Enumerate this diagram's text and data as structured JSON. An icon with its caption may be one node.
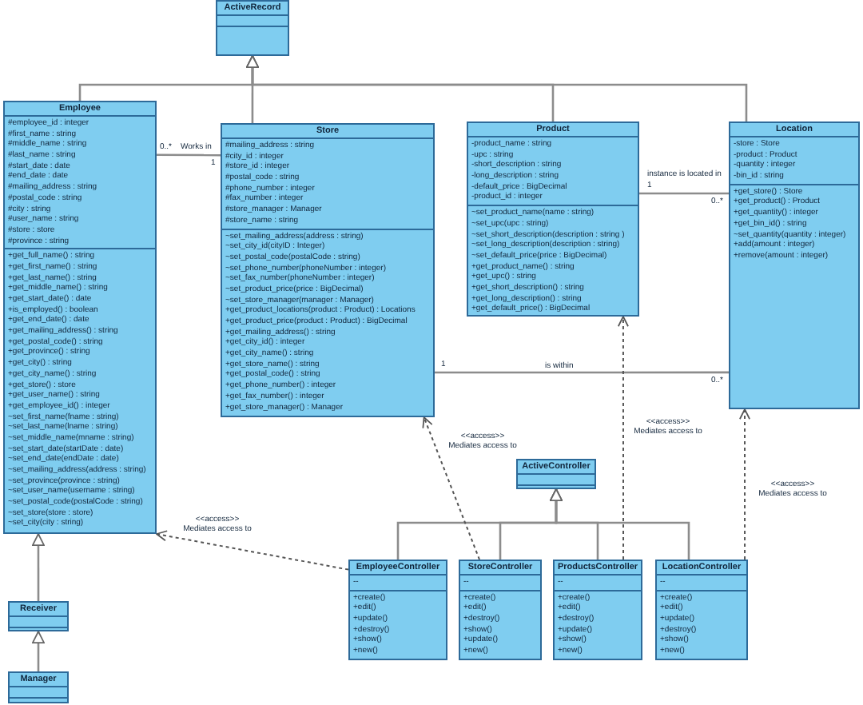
{
  "diagram": {
    "nodes": [
      {
        "text": [
          "ActiveRecord"
        ]
      },
      {
        "text": [],
        "shape": "box",
        "in": 0
      },
      {
        "text": [],
        "shape": "box",
        "in": 0
      },
      {
        "text": [
          "Employee"
        ]
      },
      {
        "text": [
          "#employee_id : integer",
          "#first_name : string",
          "#middle_name : string",
          "#last_name : string",
          "#start_date : date",
          "#end_date : date",
          "#mailing_address : string",
          "#postal_code : string",
          "#city : string",
          "#user_name : string",
          "#store : store",
          "#province : string"
        ],
        "in": 3
      },
      {
        "text": [
          "+get_full_name() : string",
          "+get_first_name() : string",
          "+get_last_name() : string",
          "+get_middle_name() : string",
          "+get_start_date() : date",
          "+is_employed() : boolean",
          "+get_end_date() : date",
          "+get_mailing_address() : string",
          "+get_postal_code() : string",
          "+get_province() : string",
          "+get_city() : string",
          "+get_city_name() : string",
          "+get_store() : store",
          "+get_user_name() : string",
          "+get_employee_id() : integer",
          "~set_first_name(fname : string)",
          "~set_last_name(lname : string)",
          "~set_middle_name(mname : string)",
          "~set_start_date(startDate : date)",
          "~set_end_date(endDate : date)",
          "~set_mailing_address(address : string)",
          "~set_province(province : string)",
          "~set_user_name(username : string)",
          "~set_postal_code(postalCode : string)",
          "~set_store(store : store)",
          "~set_city(city : string)"
        ],
        "in": 3
      },
      {
        "text": [
          "Store"
        ]
      },
      {
        "text": [
          "#mailing_address : string",
          "#city_id : integer",
          "#store_id : integer",
          "#postal_code : string",
          "#phone_number : integer",
          "#fax_number : integer",
          "#store_manager : Manager",
          "#store_name : string"
        ],
        "in": 6
      },
      {
        "text": [
          "~set_mailing_address(address : string)",
          "~set_city_id(cityID : Integer)",
          "~set_postal_code(postalCode : string)",
          "~set_phone_number(phoneNumber : integer)",
          "~set_fax_number(phoneNumber : integer)",
          "~set_product_price(price : BigDecimal)",
          "~set_store_manager(manager : Manager)",
          "+get_product_locations(product : Product) : Locations",
          "+get_product_price(product : Product) : BigDecimal",
          "+get_mailing_address() : string",
          "+get_city_id() : integer",
          "+get_city_name() : string",
          "+get_store_name() : string",
          "+get_postal_code() : string",
          "+get_phone_number() : integer",
          "+get_fax_number() : integer",
          "+get_store_manager() : Manager"
        ],
        "in": 6
      },
      {
        "text": [
          "Product"
        ]
      },
      {
        "text": [
          "-product_name : string",
          "-upc : string",
          "-short_description : string",
          "-long_description : string",
          "-default_price : BigDecimal",
          "-product_id : integer"
        ],
        "in": 9
      },
      {
        "text": [
          "~set_product_name(name : string)",
          "~set_upc(upc : string)",
          "~set_short_description(description : string )",
          "~set_long_description(description : string)",
          "~set_default_price(price : BigDecimal)",
          "+get_product_name() : string",
          "+get_upc() : string",
          "+get_short_description() : string",
          "+get_long_description() : string",
          "+get_default_price() : BigDecimal"
        ],
        "in": 9
      },
      {
        "text": [
          "Location"
        ]
      },
      {
        "text": [
          "-store : Store",
          "-product : Product",
          "-quantity : integer",
          "-bin_id : string"
        ],
        "in": 12
      },
      {
        "text": [
          "+get_store() : Store",
          "+get_product() : Product",
          "+get_quantity() : integer",
          "+get_bin_id() : string",
          "~set_quantity(quantity : integer)",
          "+add(amount : integer)",
          "+remove(amount : integer)"
        ],
        "in": 12
      },
      {
        "text": [
          "ActiveController"
        ]
      },
      {
        "text": [],
        "shape": "box",
        "in": 15
      },
      {
        "text": [],
        "shape": "box",
        "in": 15
      },
      {
        "text": [
          "EmployeeController"
        ]
      },
      {
        "text": [
          "--"
        ],
        "in": 18
      },
      {
        "text": [
          "+create()",
          "+edit()",
          "+update()",
          "+destroy()",
          "+show()",
          "+new()"
        ],
        "in": 18
      },
      {
        "text": [
          "StoreController"
        ]
      },
      {
        "text": [
          "--"
        ],
        "in": 21
      },
      {
        "text": [
          "+create()",
          "+edit()",
          "+destroy()",
          "+show()",
          "+update()",
          "+new()"
        ],
        "in": 21
      },
      {
        "text": [
          "ProductsController"
        ]
      },
      {
        "text": [
          "--"
        ],
        "in": 24
      },
      {
        "text": [
          "+create()",
          "+edit()",
          "+destroy()",
          "+update()",
          "+show()",
          "+new()"
        ],
        "in": 24
      },
      {
        "text": [
          "LocationController"
        ]
      },
      {
        "text": [
          "--"
        ],
        "in": 27
      },
      {
        "text": [
          "+create()",
          "+edit()",
          "+update()",
          "+destroy()",
          "+show()",
          "+new()"
        ],
        "in": 27
      },
      {
        "text": [
          "Receiver"
        ]
      },
      {
        "text": [],
        "shape": "box",
        "in": 30
      },
      {
        "text": [],
        "shape": "box",
        "in": 30
      },
      {
        "text": [
          "Manager"
        ]
      },
      {
        "text": [],
        "shape": "box",
        "in": 33
      },
      {
        "text": [],
        "shape": "box",
        "in": 33
      }
    ],
    "edges": [
      {
        "from": 3,
        "to": 0,
        "arrow": "to"
      },
      {
        "from": 6,
        "to": 0,
        "arrow": "to"
      },
      {
        "from": 9,
        "to": 0,
        "arrow": "to"
      },
      {
        "from": 12,
        "to": 0,
        "arrow": "to"
      },
      {
        "from": 3,
        "to": 6,
        "arrow": "none",
        "label": "Works in"
      },
      {
        "from": 9,
        "to": 12,
        "arrow": "none",
        "label": "instance is located in"
      },
      {
        "from": 6,
        "to": 12,
        "arrow": "none",
        "label": "is within"
      },
      {
        "from": 30,
        "to": 3,
        "arrow": "to"
      },
      {
        "from": 33,
        "to": 30,
        "arrow": "to"
      },
      {
        "from": 18,
        "to": 15,
        "arrow": "to"
      },
      {
        "from": 21,
        "to": 15,
        "arrow": "to"
      },
      {
        "from": 24,
        "to": 15,
        "arrow": "to"
      },
      {
        "from": 27,
        "to": 15,
        "arrow": "to"
      },
      {
        "from": 18,
        "to": 3,
        "arrow": "to",
        "style": "dashed",
        "label": "<<access>> Mediates access to"
      },
      {
        "from": 21,
        "to": 6,
        "arrow": "to",
        "style": "dashed",
        "label": "<<access>> Mediates access to"
      },
      {
        "from": 24,
        "to": 9,
        "arrow": "to",
        "style": "dashed",
        "label": "<<access>> Mediates access to"
      },
      {
        "from": 27,
        "to": 12,
        "arrow": "to",
        "style": "dashed",
        "label": "<<access>> Mediates access to"
      }
    ],
    "labels": [
      "0..*",
      "1",
      "1",
      "0..*",
      "1",
      "0..*"
    ]
  }
}
